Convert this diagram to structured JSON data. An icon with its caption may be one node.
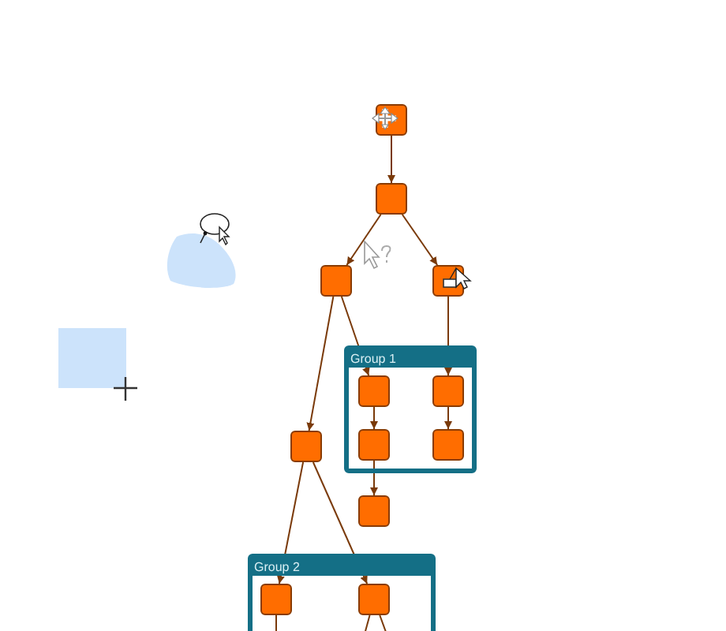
{
  "diagram": {
    "nodes": [
      {
        "text": [],
        "shape": "box"
      },
      {
        "text": [],
        "shape": "box"
      },
      {
        "text": [],
        "shape": "box"
      },
      {
        "text": [],
        "shape": "box"
      },
      {
        "text": [
          "Group 1"
        ]
      },
      {
        "text": [],
        "shape": "box",
        "in": 4
      },
      {
        "text": [],
        "shape": "box",
        "in": 4
      },
      {
        "text": [],
        "shape": "box",
        "in": 4
      },
      {
        "text": [],
        "shape": "box",
        "in": 4
      },
      {
        "text": [],
        "shape": "box"
      },
      {
        "text": [],
        "shape": "box"
      },
      {
        "text": [
          "Group 2"
        ]
      },
      {
        "text": [],
        "shape": "box",
        "in": 11
      },
      {
        "text": [],
        "shape": "box",
        "in": 11
      }
    ],
    "edges": [
      {
        "from": 0,
        "to": 1,
        "arrow": "to"
      },
      {
        "from": 1,
        "to": 2,
        "arrow": "to"
      },
      {
        "from": 1,
        "to": 3,
        "arrow": "to"
      },
      {
        "from": 2,
        "to": 5,
        "arrow": "to"
      },
      {
        "from": 2,
        "to": 9,
        "arrow": "to"
      },
      {
        "from": 3,
        "to": 6,
        "arrow": "to"
      },
      {
        "from": 5,
        "to": 7,
        "arrow": "to"
      },
      {
        "from": 6,
        "to": 8,
        "arrow": "to"
      },
      {
        "from": 7,
        "to": 10,
        "arrow": "to"
      },
      {
        "from": 9,
        "to": 12,
        "arrow": "to"
      },
      {
        "from": 9,
        "to": 13,
        "arrow": "to"
      },
      {
        "from": 12,
        "to": null,
        "arrow": "none"
      },
      {
        "from": 13,
        "to": null,
        "arrow": "none"
      },
      {
        "from": 13,
        "to": null,
        "arrow": "none"
      }
    ]
  }
}
